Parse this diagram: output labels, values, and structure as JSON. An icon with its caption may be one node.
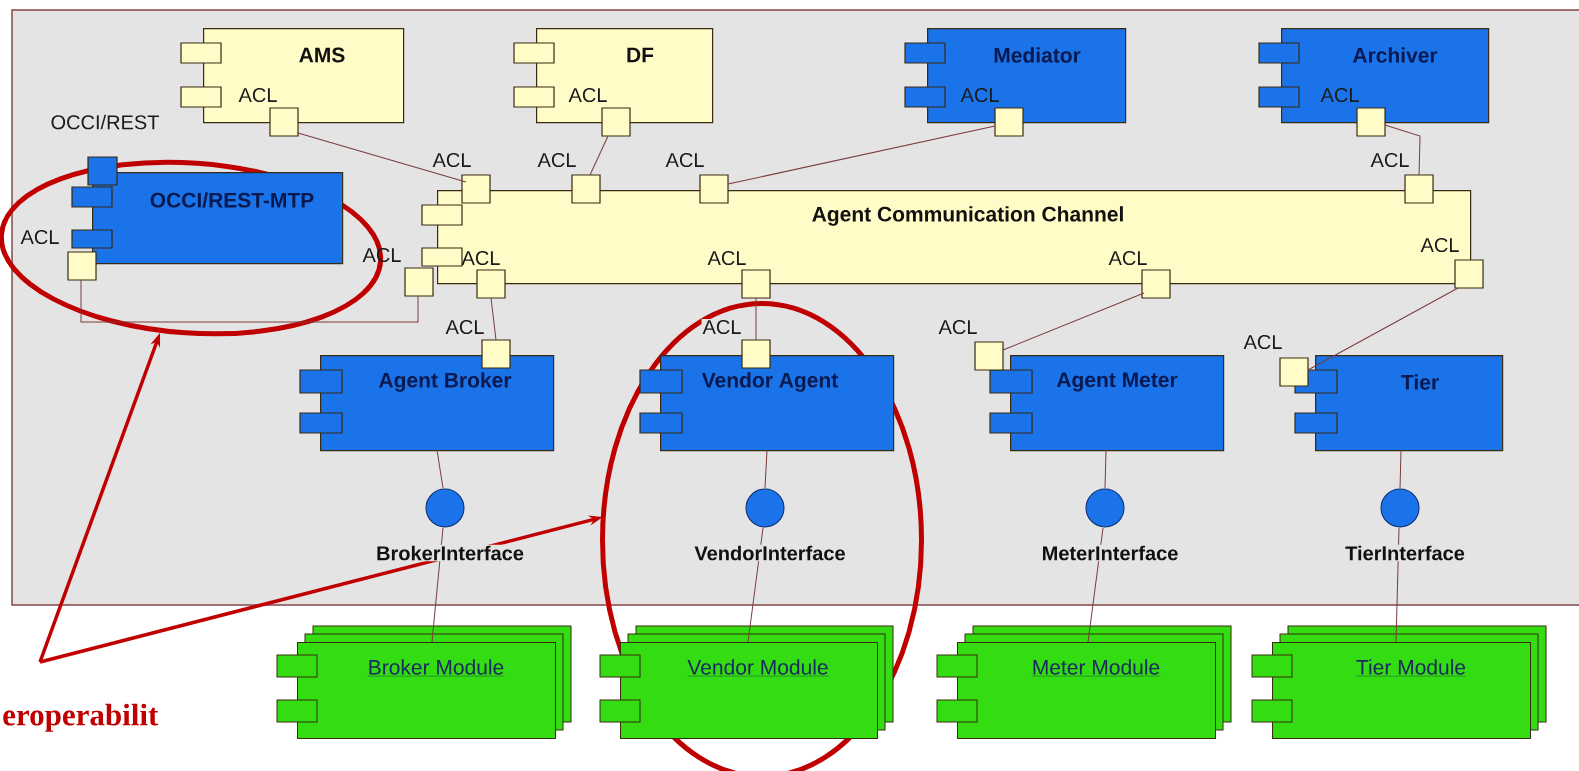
{
  "diagram": {
    "nodes": [
      {
        "text": [
          "AMS"
        ]
      },
      {
        "text": [
          "DF"
        ]
      },
      {
        "text": [
          "Mediator"
        ]
      },
      {
        "text": [
          "Archiver"
        ]
      },
      {
        "text": [
          "OCCI/REST-MTP"
        ],
        "in": 19
      },
      {
        "text": [
          "Agent Communication Channel"
        ]
      },
      {
        "text": [
          "Agent Broker"
        ]
      },
      {
        "text": [
          "Vendor Agent"
        ],
        "in": 20
      },
      {
        "text": [
          "Agent Meter"
        ]
      },
      {
        "text": [
          "Tier"
        ]
      },
      {
        "text": [],
        "shape": "circle",
        "beside": [
          "BrokerInterface"
        ]
      },
      {
        "text": [],
        "shape": "circle",
        "beside": [
          "VendorInterface"
        ],
        "in": 20
      },
      {
        "text": [],
        "shape": "circle",
        "beside": [
          "MeterInterface"
        ]
      },
      {
        "text": [],
        "shape": "circle",
        "beside": [
          "TierInterface"
        ]
      },
      {
        "text": [
          "Broker Module"
        ]
      },
      {
        "text": [
          "Vendor Module"
        ],
        "in": 20
      },
      {
        "text": [
          "Meter Module"
        ]
      },
      {
        "text": [
          "Tier Module"
        ]
      },
      {
        "text": [
          "eroperabilit"
        ]
      },
      {
        "text": [],
        "shape": "ellipse"
      },
      {
        "text": [],
        "shape": "ellipse"
      }
    ],
    "edges": [
      {
        "from": 0,
        "to": 5,
        "arrow": "none"
      },
      {
        "from": 1,
        "to": 5,
        "arrow": "none"
      },
      {
        "from": 2,
        "to": 5,
        "arrow": "none"
      },
      {
        "from": 3,
        "to": 5,
        "arrow": "none"
      },
      {
        "from": 4,
        "to": 5,
        "arrow": "none"
      },
      {
        "from": 5,
        "to": 6,
        "arrow": "none"
      },
      {
        "from": 5,
        "to": 7,
        "arrow": "none"
      },
      {
        "from": 5,
        "to": 8,
        "arrow": "none"
      },
      {
        "from": 5,
        "to": 9,
        "arrow": "none"
      },
      {
        "from": 6,
        "to": 10,
        "arrow": "none"
      },
      {
        "from": 7,
        "to": 11,
        "arrow": "none"
      },
      {
        "from": 8,
        "to": 12,
        "arrow": "none"
      },
      {
        "from": 9,
        "to": 13,
        "arrow": "none"
      },
      {
        "from": 10,
        "to": 14,
        "arrow": "none"
      },
      {
        "from": 11,
        "to": 15,
        "arrow": "none"
      },
      {
        "from": 12,
        "to": 16,
        "arrow": "none"
      },
      {
        "from": 13,
        "to": 17,
        "arrow": "none"
      },
      {
        "from": 18,
        "to": 19,
        "arrow": "to",
        "style": "thick",
        "color": "#c00000"
      },
      {
        "from": 18,
        "to": 20,
        "arrow": "to",
        "style": "thick",
        "color": "#c00000"
      }
    ],
    "labels": [
      "ACL",
      "ACL",
      "ACL",
      "ACL",
      "OCCI/REST",
      "ACL",
      "ACL",
      "ACL",
      "ACL",
      "ACL",
      "ACL",
      "ACL",
      "ACL",
      "ACL",
      "ACL",
      "ACL",
      "ACL",
      "ACL",
      "ACL"
    ]
  }
}
